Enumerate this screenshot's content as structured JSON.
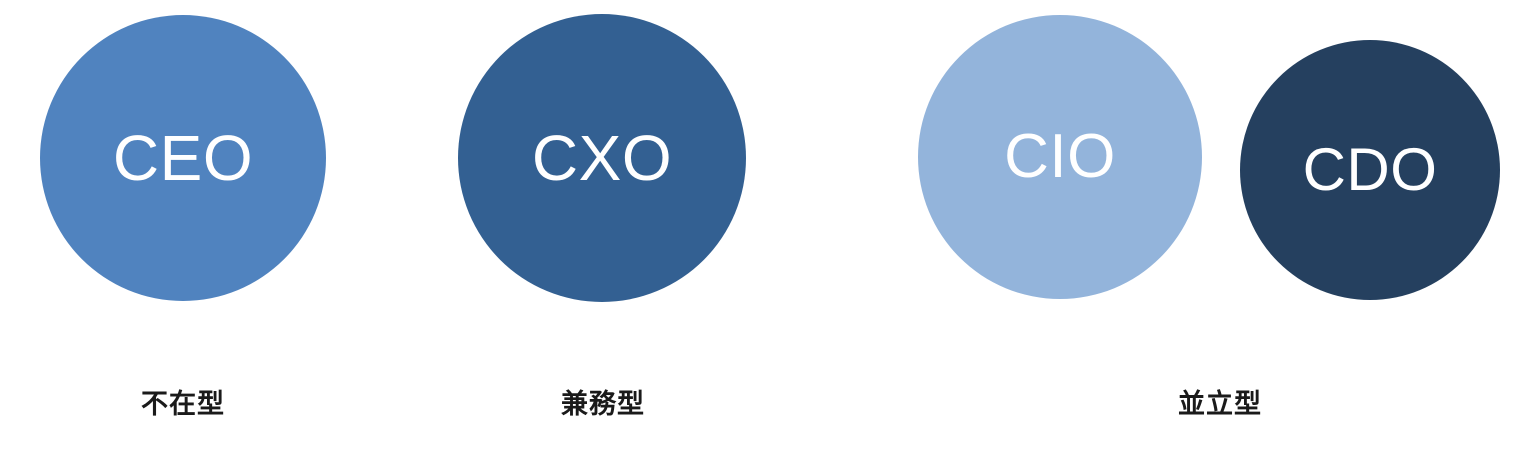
{
  "diagram": {
    "background_color": "#ffffff",
    "title": "",
    "nodes": [
      {
        "id": "ceo",
        "label": "CEO",
        "color": "#5083bf",
        "group": "absent"
      },
      {
        "id": "cxo",
        "label": "CXO",
        "color": "#336092",
        "group": "dual"
      },
      {
        "id": "cio",
        "label": "CIO",
        "color": "#93b4db",
        "group": "parallel"
      },
      {
        "id": "cdo",
        "label": "CDO",
        "color": "#25405f",
        "group": "parallel"
      }
    ],
    "captions": [
      {
        "id": "absent",
        "text": "不在型",
        "color": "#1a1a1a"
      },
      {
        "id": "dual",
        "text": "兼務型",
        "color": "#1a1a1a"
      },
      {
        "id": "parallel",
        "text": "並立型",
        "color": "#1a1a1a"
      }
    ]
  }
}
